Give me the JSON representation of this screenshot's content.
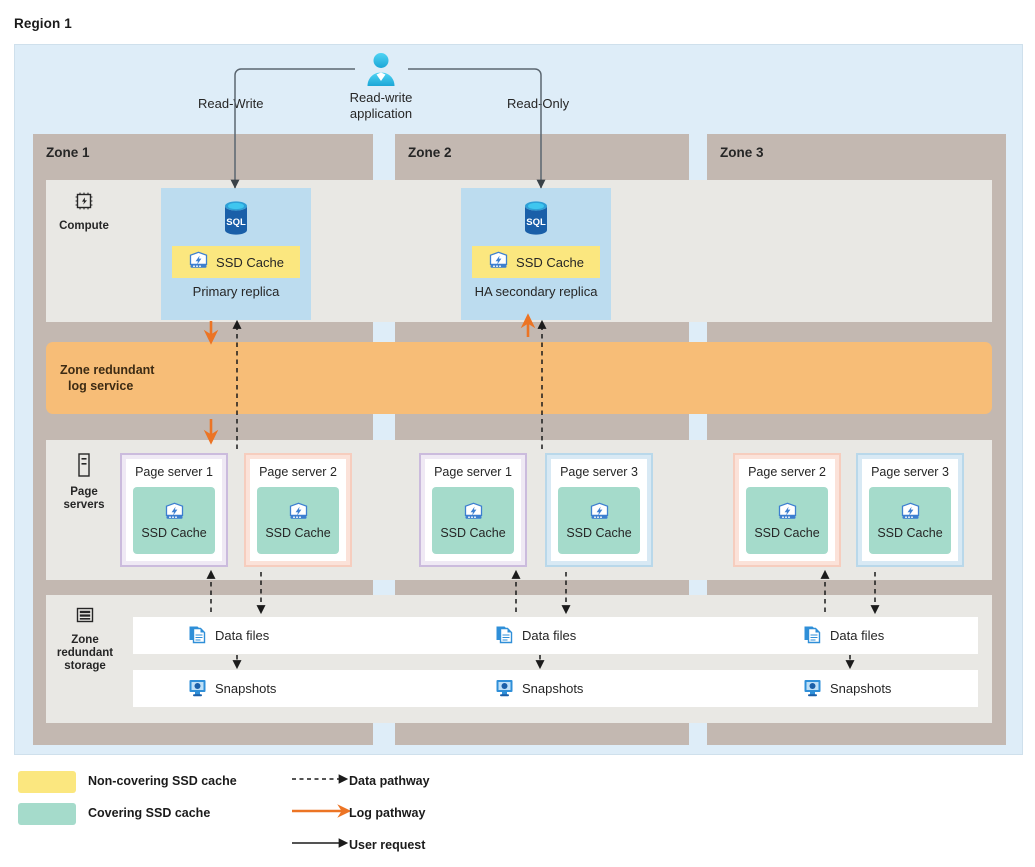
{
  "region": {
    "title": "Region 1"
  },
  "application": {
    "label": "Read-write\napplication",
    "label_line1": "Read-write",
    "label_line2": "application",
    "icon": "user-person-icon",
    "paths": [
      {
        "label": "Read-Write",
        "target": "Primary replica"
      },
      {
        "label": "Read-Only",
        "target": "HA secondary replica"
      }
    ]
  },
  "zones": [
    {
      "id": "zone1",
      "label": "Zone 1"
    },
    {
      "id": "zone2",
      "label": "Zone 2"
    },
    {
      "id": "zone3",
      "label": "Zone 3"
    }
  ],
  "layers": {
    "compute": {
      "label": "Compute",
      "icon": "cpu-chip-icon"
    },
    "page_servers": {
      "label_line1": "Page",
      "label_line2": "servers",
      "icon": "server-icon"
    },
    "storage": {
      "label_line1": "Zone",
      "label_line2": "redundant",
      "label_line3": "storage",
      "icon": "storage-stack-icon"
    }
  },
  "replicas": [
    {
      "name": "Primary replica",
      "zone": "Zone 1",
      "cache_label": "SSD Cache",
      "cache_type": "non-covering",
      "icon": "sql-database-icon"
    },
    {
      "name": "HA secondary replica",
      "zone": "Zone 2",
      "cache_label": "SSD Cache",
      "cache_type": "non-covering",
      "icon": "sql-database-icon"
    }
  ],
  "log_service": {
    "label_line1": "Zone redundant",
    "label_line2": "log service"
  },
  "page_servers": [
    {
      "zone": "Zone 1",
      "title": "Page server 1",
      "cache_label": "SSD Cache",
      "border": "purple",
      "icon": "ssd-cache-icon"
    },
    {
      "zone": "Zone 1",
      "title": "Page server 2",
      "cache_label": "SSD Cache",
      "border": "pink",
      "icon": "ssd-cache-icon"
    },
    {
      "zone": "Zone 2",
      "title": "Page server 1",
      "cache_label": "SSD Cache",
      "border": "purple",
      "icon": "ssd-cache-icon"
    },
    {
      "zone": "Zone 2",
      "title": "Page server 3",
      "cache_label": "SSD Cache",
      "border": "blue",
      "icon": "ssd-cache-icon"
    },
    {
      "zone": "Zone 3",
      "title": "Page server 2",
      "cache_label": "SSD Cache",
      "border": "pink",
      "icon": "ssd-cache-icon"
    },
    {
      "zone": "Zone 3",
      "title": "Page server 3",
      "cache_label": "SSD Cache",
      "border": "blue",
      "icon": "ssd-cache-icon"
    }
  ],
  "storage_rows": {
    "data_files": {
      "label": "Data files",
      "icon": "data-files-icon",
      "count": 3
    },
    "snapshots": {
      "label": "Snapshots",
      "icon": "snapshots-icon",
      "count": 3
    }
  },
  "storage_cells": [
    {
      "row": "data",
      "label": "Data files",
      "icon": "data-files-icon"
    },
    {
      "row": "data",
      "label": "Data files",
      "icon": "data-files-icon"
    },
    {
      "row": "data",
      "label": "Data files",
      "icon": "data-files-icon"
    },
    {
      "row": "snapshots",
      "label": "Snapshots",
      "icon": "snapshots-icon"
    },
    {
      "row": "snapshots",
      "label": "Snapshots",
      "icon": "snapshots-icon"
    },
    {
      "row": "snapshots",
      "label": "Snapshots",
      "icon": "snapshots-icon"
    }
  ],
  "legend": {
    "swatches": [
      {
        "label": "Non-covering SSD cache",
        "color": "#fbe77f"
      },
      {
        "label": "Covering SSD cache",
        "color": "#a5dbcb"
      }
    ],
    "lines": [
      {
        "label": "Data pathway",
        "style": "dashed",
        "color": "#1b1b1b"
      },
      {
        "label": "Log pathway",
        "style": "solid",
        "color": "#ec7424"
      },
      {
        "label": "User request",
        "style": "solid",
        "color": "#1b1b1b"
      }
    ]
  },
  "colors": {
    "region_bg": "#deedf8",
    "zone_bg": "#c3b8b1",
    "panel_bg": "#e9e8e4",
    "replica_bg": "#bcdcef",
    "log_band": "#f7bd77",
    "non_covering_cache": "#fbe77f",
    "covering_cache": "#a5dbcb",
    "log_arrow": "#ec7424",
    "data_arrow": "#1b1b1b"
  }
}
